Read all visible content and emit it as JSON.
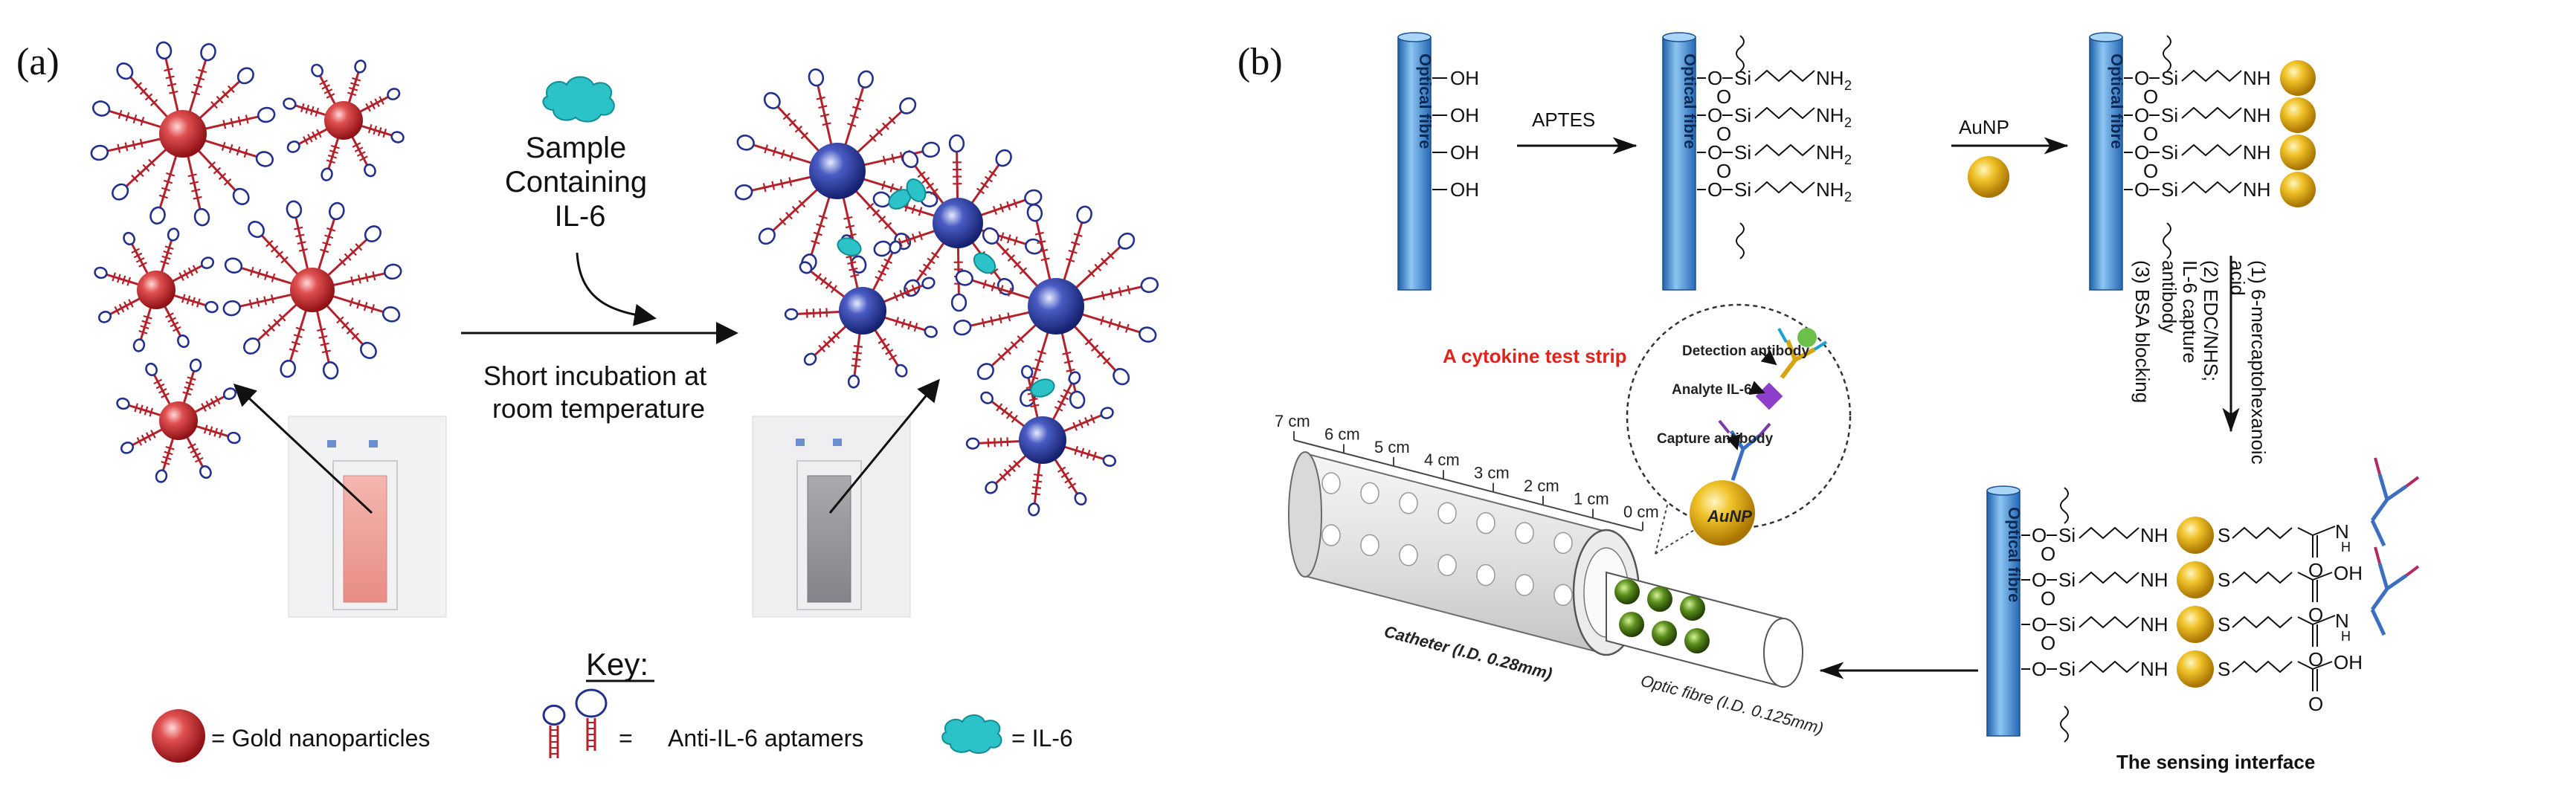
{
  "panel_a": {
    "label": "(a)",
    "sample_text": [
      "Sample",
      "Containing",
      "IL-6"
    ],
    "incubation_text": [
      "Short incubation at",
      "room temperature"
    ],
    "key_title": "Key:",
    "key_gold": "= Gold nanoparticles",
    "key_aptamer_eq": "=",
    "key_aptamer": "Anti-IL-6 aptamers",
    "key_il6": "= IL-6"
  },
  "panel_b": {
    "label": "(b)",
    "fibre_label": "Optical fibre",
    "oh": "OH",
    "o": "O",
    "si": "Si",
    "nh2_main": "NH",
    "nh2_sub": "2",
    "nh": "NH",
    "s": "S",
    "oh_end": "OH",
    "aptes": "APTES",
    "aunp": "AuNP",
    "step1": "(1) 6-mercaptohexanoic",
    "step1b": "acid",
    "step2": "(2) EDC/NHS;",
    "step2b": "IL-6 capture",
    "step2c": "antibody",
    "step3": "(3) BSA blocking",
    "strip_title": "A cytokine test strip",
    "detection_antibody": "Detection antibody",
    "analyte": "Analyte IL-6",
    "capture_antibody": "Capture antibody",
    "aunp_inset": "AuNP",
    "catheter": "Catheter (I.D. 0.28mm)",
    "optic_fibre": "Optic fibre (I.D. 0.125mm)",
    "ruler": [
      "7 cm",
      "6 cm",
      "5 cm",
      "4 cm",
      "3 cm",
      "2 cm",
      "1 cm",
      "0 cm"
    ],
    "sensing_interface": "The sensing interface"
  },
  "colors": {
    "gold_red": "#c0262c",
    "gold_blue": "#1f2d8f",
    "il6": "#2cc3c8",
    "fibre": "#3f8fd6",
    "gold_sphere": "#e6b21a",
    "title_red": "#e0241b"
  }
}
